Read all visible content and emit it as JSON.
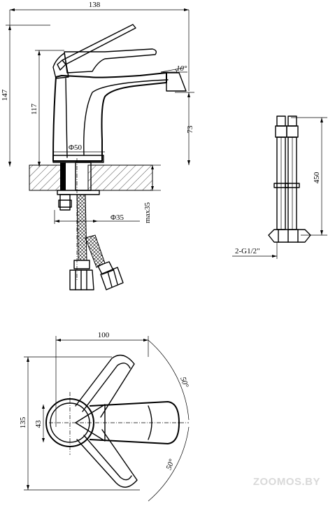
{
  "dimensions": {
    "width_138": "138",
    "height_147": "147",
    "height_117": "117",
    "spout_height_73": "73",
    "angle_10": "10°",
    "base_dia_50": "Φ50",
    "hole_dia_35": "Φ35",
    "max_35": "max35",
    "hose_length_450": "450",
    "hose_thread": "2-G1/2\"",
    "plan_width_100": "100",
    "plan_depth_135": "135",
    "plan_43": "43",
    "angle_50_top": "50°",
    "angle_50_bottom": "50°"
  },
  "watermark": "ZOOMOS.BY"
}
